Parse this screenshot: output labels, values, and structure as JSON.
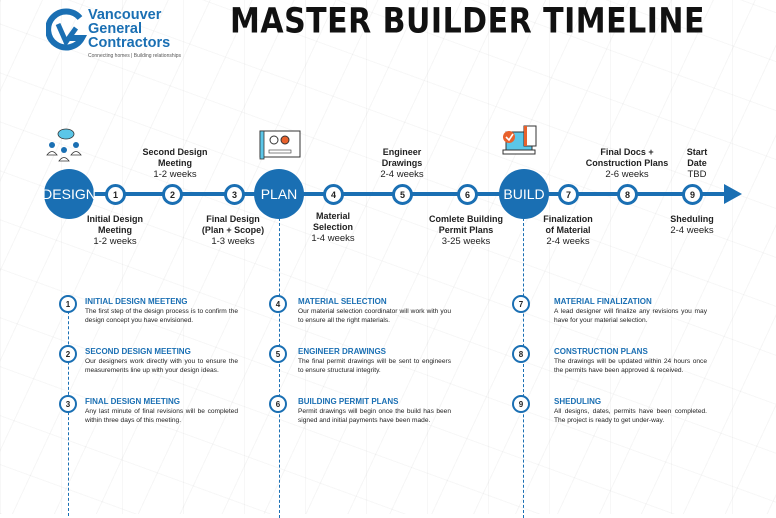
{
  "logo": {
    "name_lines": [
      "Vancouver",
      "General",
      "Contractors"
    ],
    "tagline": "Connecting homes | Building relationships"
  },
  "title": "MASTER BUILDER TIMELINE",
  "colors": {
    "accent": "#1a6fb3",
    "orange": "#e8612c",
    "light_blue": "#5bc6e8"
  },
  "stages": {
    "design": "DESIGN",
    "plan": "PLAN",
    "build": "BUILD"
  },
  "steps": [
    {
      "num": "1",
      "name": "Initial Design Meeting",
      "duration": "1-2 weeks"
    },
    {
      "num": "2",
      "name": "Second Design Meeting",
      "duration": "1-2 weeks"
    },
    {
      "num": "3",
      "name": "Final Design (Plan + Scope)",
      "duration": "1-3 weeks"
    },
    {
      "num": "4",
      "name": "Material Selection",
      "duration": "1-4 weeks"
    },
    {
      "num": "5",
      "name": "Engineer Drawings",
      "duration": "2-4 weeks"
    },
    {
      "num": "6",
      "name": "Comlete Building Permit Plans",
      "duration": "3-25 weeks"
    },
    {
      "num": "7",
      "name": "Finalization of Material",
      "duration": "2-4 weeks"
    },
    {
      "num": "8",
      "name": "Final Docs + Construction Plans",
      "duration": "2-6 weeks"
    },
    {
      "num": "9",
      "name": "Sheduling",
      "duration": "2-4 weeks"
    }
  ],
  "start": {
    "name": "Start Date",
    "value": "TBD"
  },
  "details": [
    {
      "num": "1",
      "title": "INITIAL DESIGN MEETENG",
      "text": "The first step of the design process is to confirm the design concept you have envisioned."
    },
    {
      "num": "2",
      "title": "SECOND DESIGN MEETING",
      "text": "Our designers work directly with you to ensure the measurements line up with your design ideas."
    },
    {
      "num": "3",
      "title": "FINAL DESIGN MEETING",
      "text": "Any last minute of final revisions will be completed within three days of this meeting."
    },
    {
      "num": "4",
      "title": "MATERIAL SELECTION",
      "text": "Our material selection coordinator will work with you to ensure all the right materials."
    },
    {
      "num": "5",
      "title": "ENGINEER DRAWINGS",
      "text": "The final permit drawings will be sent to engineers to ensure structural integrity."
    },
    {
      "num": "6",
      "title": "BUILDING PERMIT PLANS",
      "text": "Permit drawings will begin once the build has been signed and initial payments have been made."
    },
    {
      "num": "7",
      "title": "MATERIAL FINALIZATION",
      "text": "A lead designer will finalize any revisions you may have for your material selection."
    },
    {
      "num": "8",
      "title": "CONSTRUCTION PLANS",
      "text": "The drawings will be updated within 24 hours once the permits have been approved & received."
    },
    {
      "num": "9",
      "title": "SHEDULING",
      "text": "All designs, dates, permits have been completed. The project is ready to get under-way."
    }
  ]
}
